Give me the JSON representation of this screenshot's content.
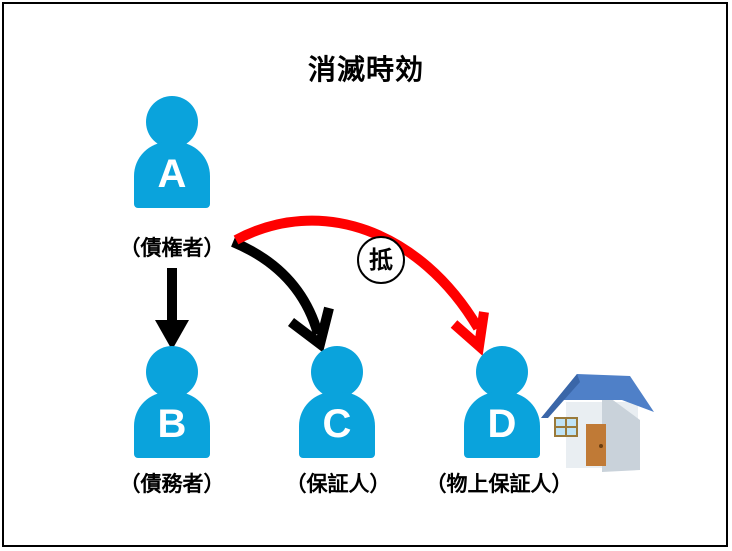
{
  "title": "消滅時効",
  "people": {
    "a": {
      "letter": "A",
      "role": "（債権者）"
    },
    "b": {
      "letter": "B",
      "role": "（債務者）"
    },
    "c": {
      "letter": "C",
      "role": "（保証人）"
    },
    "d": {
      "letter": "D",
      "role": "（物上保証人）"
    }
  },
  "badge": "抵",
  "colors": {
    "person": "#0aa3dc",
    "arrow_black": "#000000",
    "arrow_red": "#ff0000",
    "roof": "#4f80c8",
    "house_wall": "#e9eef2"
  },
  "icons": {
    "house": "house-icon"
  }
}
